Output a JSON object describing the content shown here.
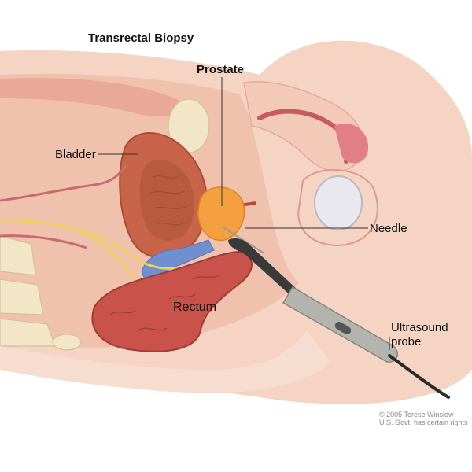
{
  "title": "Transrectal Biopsy",
  "labels": {
    "prostate": "Prostate",
    "bladder": "Bladder",
    "needle": "Needle",
    "rectum": "Rectum",
    "probe_line1": "Ultrasound",
    "probe_line2": "probe"
  },
  "credit": {
    "line1": "© 2005 Terese Winslow",
    "line2": "U.S. Govt. has certain rights"
  },
  "colors": {
    "skin": "#f5d4c4",
    "tissue": "#f0c2ae",
    "bladder_wall": "#c8644a",
    "bladder_inner": "#b85a3e",
    "prostate": "#f5a040",
    "rectum": "#c9524a",
    "vein": "#6f8fd0",
    "nerve": "#f0d060",
    "bone": "#f3e6c8",
    "probe": "#b4b4ae"
  }
}
